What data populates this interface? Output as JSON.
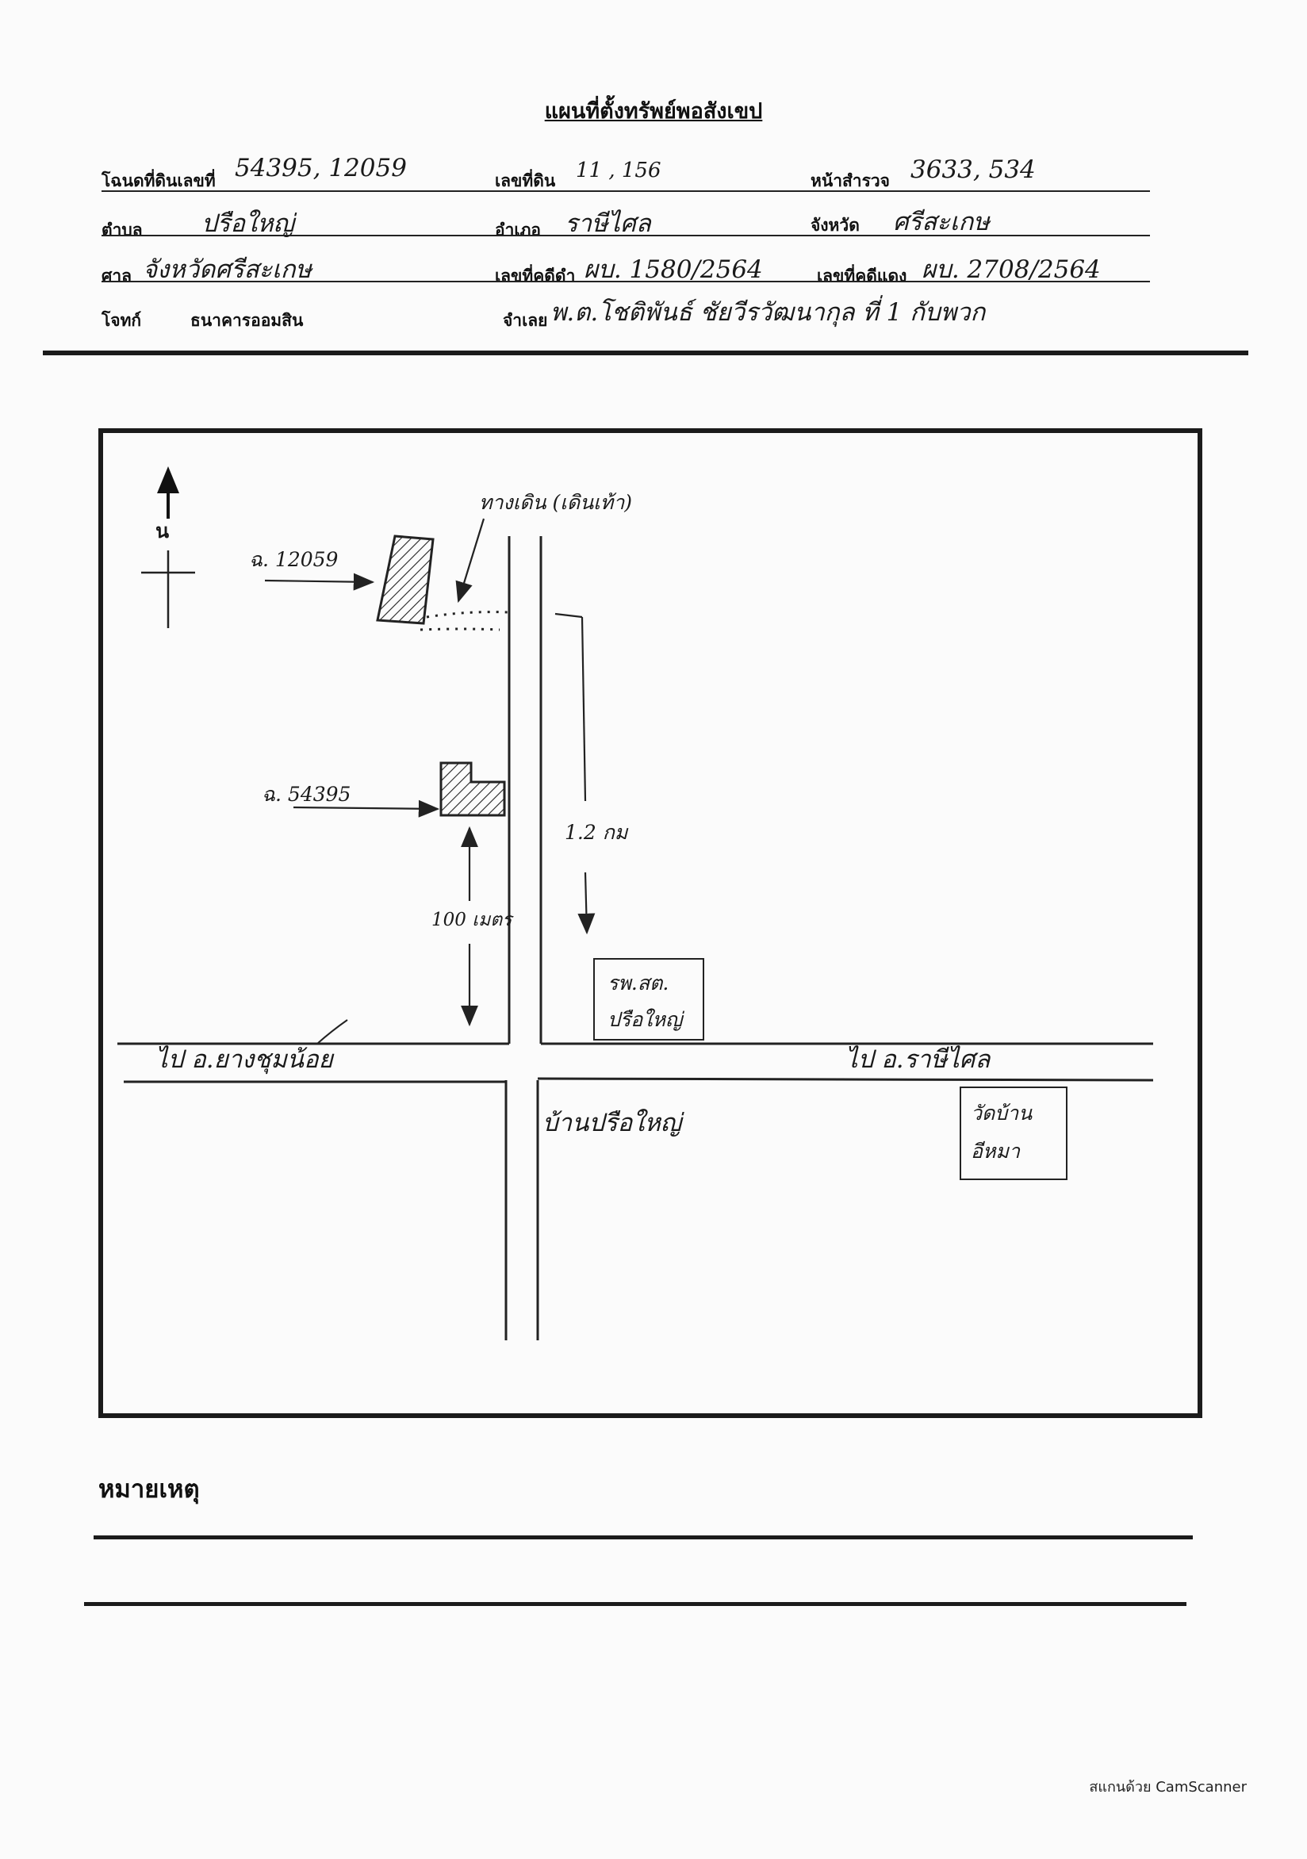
{
  "document_title": "แผนที่ตั้งทรัพย์พอสังเขป",
  "header": {
    "deed_label": "โฉนดที่ดินเลขที่",
    "deed_value": "54395, 12059",
    "land_no_label": "เลขที่ดิน",
    "land_no_value": "11 , 156",
    "survey_page_label": "หน้าสำรวจ",
    "survey_page_value": "3633, 534",
    "subdistrict_label": "ตำบล",
    "subdistrict_value": "ปรือใหญ่",
    "district_label": "อำเภอ",
    "district_value": "ราษีไศล",
    "province_label": "จังหวัด",
    "province_value": "ศรีสะเกษ",
    "court_label": "ศาล",
    "court_value": "จังหวัดศรีสะเกษ",
    "black_case_label": "เลขที่คดีดำ",
    "black_case_value": "ผบ. 1580/2564",
    "red_case_label": "เลขที่คดีแดง",
    "red_case_value": "ผบ. 2708/2564",
    "plaintiff_label": "โจทก์",
    "plaintiff_value": "ธนาคารออมสิน",
    "defendant_label": "จำเลย",
    "defendant_value": "พ.ต.โชติพันธ์ ชัยวีรวัฒนากุล ที่ 1 กับพวก"
  },
  "map": {
    "north_label": "น",
    "parcel_top_label": "ฉ. 12059",
    "parcel_mid_label": "ฉ. 54395",
    "path_label": "ทางเดิน (เดินเท้า)",
    "distance_long": "1.2 กม",
    "distance_short": "100 เมตร",
    "hospital_line1": "รพ.สต.",
    "hospital_line2": "ปรือใหญ่",
    "road_left": "ไป อ.ยางชุมน้อย",
    "road_right": "ไป อ.ราษีไศล",
    "village": "บ้านปรือใหญ่",
    "temple_line1": "วัดบ้าน",
    "temple_line2": "อีหมา"
  },
  "remark_label": "หมายเหตุ",
  "footer": "สแกนด้วย CamScanner"
}
